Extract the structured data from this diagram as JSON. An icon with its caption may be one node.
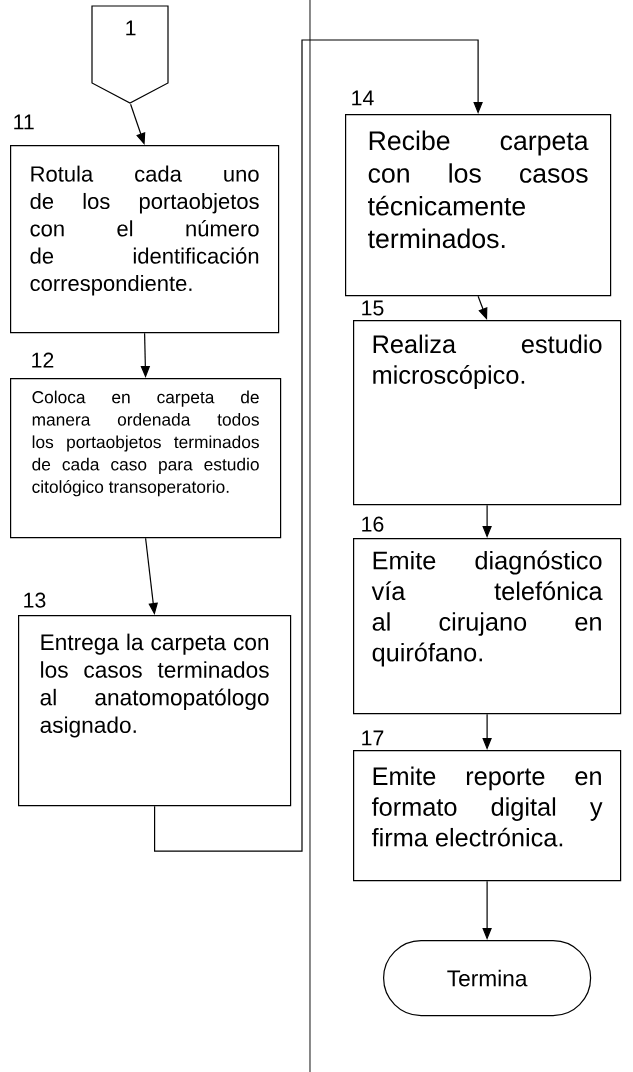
{
  "diagram": {
    "nodes": [
      {
        "text": [
          "1"
        ]
      },
      {
        "text": [
          "Rotula cada uno de los portaobjetos con el número de identificación correspondiente."
        ],
        "beside": [
          "11"
        ]
      },
      {
        "text": [
          "Coloca en carpeta de manera ordenada todos los portaobjetos terminados de cada caso para estudio citológico transoperatorio."
        ],
        "beside": [
          "12"
        ]
      },
      {
        "text": [
          "Entrega la carpeta con los casos terminados al anatomopatólogo asignado."
        ],
        "beside": [
          "13"
        ]
      },
      {
        "text": [
          "Recibe carpeta con los casos técnicamente terminados."
        ],
        "beside": [
          "14"
        ]
      },
      {
        "text": [
          "Realiza estudio microscópico."
        ],
        "beside": [
          "15"
        ]
      },
      {
        "text": [
          "Emite diagnóstico vía telefónica al cirujano en quirófano."
        ],
        "beside": [
          "16"
        ]
      },
      {
        "text": [
          "Emite reporte en formato digital y firma electrónica."
        ],
        "beside": [
          "17"
        ]
      },
      {
        "text": [
          "Termina"
        ]
      }
    ],
    "edges": [
      {
        "from": 0,
        "to": 1,
        "arrow": "to"
      },
      {
        "from": 1,
        "to": 2,
        "arrow": "to"
      },
      {
        "from": 2,
        "to": 3,
        "arrow": "to"
      },
      {
        "from": 3,
        "to": 4,
        "arrow": "to"
      },
      {
        "from": 4,
        "to": 5,
        "arrow": "to"
      },
      {
        "from": 5,
        "to": 6,
        "arrow": "to"
      },
      {
        "from": 6,
        "to": 7,
        "arrow": "to"
      },
      {
        "from": 7,
        "to": 8,
        "arrow": "to"
      }
    ]
  }
}
